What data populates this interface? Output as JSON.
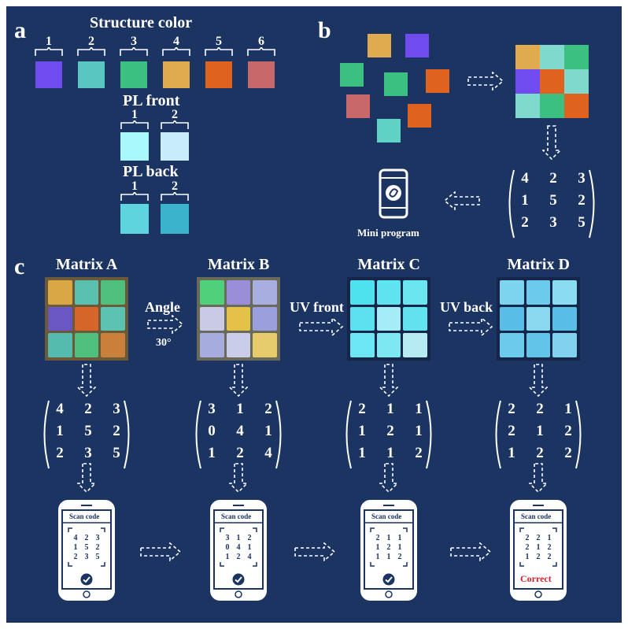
{
  "panel_labels": {
    "a": "a",
    "b": "b",
    "c": "c"
  },
  "panel_a": {
    "structure_title": "Structure color",
    "structure_numbers": [
      "1",
      "2",
      "3",
      "4",
      "5",
      "6"
    ],
    "structure_colors": [
      "#6f4bf0",
      "#59c6c1",
      "#3cc081",
      "#e0aa4e",
      "#e0621f",
      "#c8686b"
    ],
    "pl_front_title": "PL front",
    "pl_front_numbers": [
      "1",
      "2"
    ],
    "pl_front_colors": [
      "#a8f8fc",
      "#c8ecfc"
    ],
    "pl_back_title": "PL back",
    "pl_back_numbers": [
      "1",
      "2"
    ],
    "pl_back_colors": [
      "#5ed4de",
      "#3ab4cc"
    ]
  },
  "panel_b": {
    "scattered_colors": [
      "#e0aa4e",
      "#6f4bf0",
      "#3cc081",
      "#3cc081",
      "#e0621f",
      "#c8686b",
      "#e0621f",
      "#5fd1c5"
    ],
    "grid_colors": [
      "#e0aa4e",
      "#7fd9cc",
      "#3cc081",
      "#6f4bf0",
      "#e0621f",
      "#7fd9cc",
      "#7fd9cc",
      "#3cc081",
      "#e0621f"
    ],
    "matrix": [
      [
        "4",
        "2",
        "3"
      ],
      [
        "1",
        "5",
        "2"
      ],
      [
        "2",
        "3",
        "5"
      ]
    ],
    "mini_program_label": "Mini program"
  },
  "panel_c": {
    "matrix_titles": [
      "Matrix A",
      "Matrix B",
      "Matrix C",
      "Matrix D"
    ],
    "arrow_labels": {
      "angle": "Angle",
      "angle_value": "30°",
      "uv_front": "UV front",
      "uv_back": "UV back"
    },
    "photo_colors": [
      [
        "#d9a744",
        "#59bfae",
        "#4fbf7e",
        "#6a57c4",
        "#d6652a",
        "#5cc3b2",
        "#54bbae",
        "#4fbf7e",
        "#c8803a"
      ],
      [
        "#4fd07a",
        "#9a8ed8",
        "#a9aee0",
        "#c9cbe6",
        "#e4c24a",
        "#9aa0dc",
        "#a6acde",
        "#c9cdea",
        "#e6cc6a"
      ],
      [
        "#4ee2ee",
        "#5ee4f0",
        "#6ae6f0",
        "#5ae0ee",
        "#a6ecf6",
        "#62e2ee",
        "#6ce6f2",
        "#7ee8f2",
        "#b4ecf2"
      ],
      [
        "#7cd4ee",
        "#6ccaec",
        "#8adcf2",
        "#58bee6",
        "#8ad8f0",
        "#58bee8",
        "#6ccaec",
        "#62c4e8",
        "#80d2ee"
      ]
    ],
    "photo_borders": [
      "#6a5a3a",
      "#6a6a5a",
      "#15264a",
      "#15264a"
    ],
    "matrices": [
      [
        [
          "4",
          "2",
          "3"
        ],
        [
          "1",
          "5",
          "2"
        ],
        [
          "2",
          "3",
          "5"
        ]
      ],
      [
        [
          "3",
          "1",
          "2"
        ],
        [
          "0",
          "4",
          "1"
        ],
        [
          "1",
          "2",
          "4"
        ]
      ],
      [
        [
          "2",
          "1",
          "1"
        ],
        [
          "1",
          "2",
          "1"
        ],
        [
          "1",
          "1",
          "2"
        ]
      ],
      [
        [
          "2",
          "2",
          "1"
        ],
        [
          "2",
          "1",
          "2"
        ],
        [
          "1",
          "2",
          "2"
        ]
      ]
    ],
    "scan_title": "Scan code",
    "correct_label": "Correct"
  }
}
